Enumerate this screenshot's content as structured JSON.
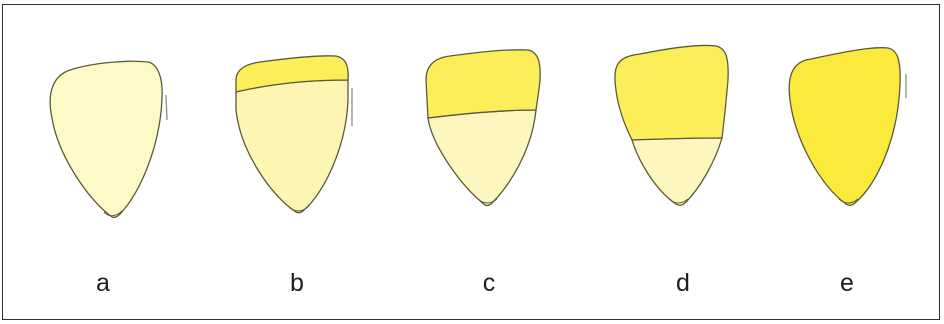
{
  "colors": {
    "pale_yellow": "#fefac8",
    "light_yellow": "#fdf6b2",
    "bright_yellow": "#fbee59",
    "outline": "#5a5a3a",
    "frame": "#2f2f2f",
    "background": "#ffffff"
  },
  "kernels": [
    {
      "label": "a",
      "yellow_fraction": 0.0
    },
    {
      "label": "b",
      "yellow_fraction": 0.2
    },
    {
      "label": "c",
      "yellow_fraction": 0.4
    },
    {
      "label": "d",
      "yellow_fraction": 0.6
    },
    {
      "label": "e",
      "yellow_fraction": 1.0
    }
  ]
}
